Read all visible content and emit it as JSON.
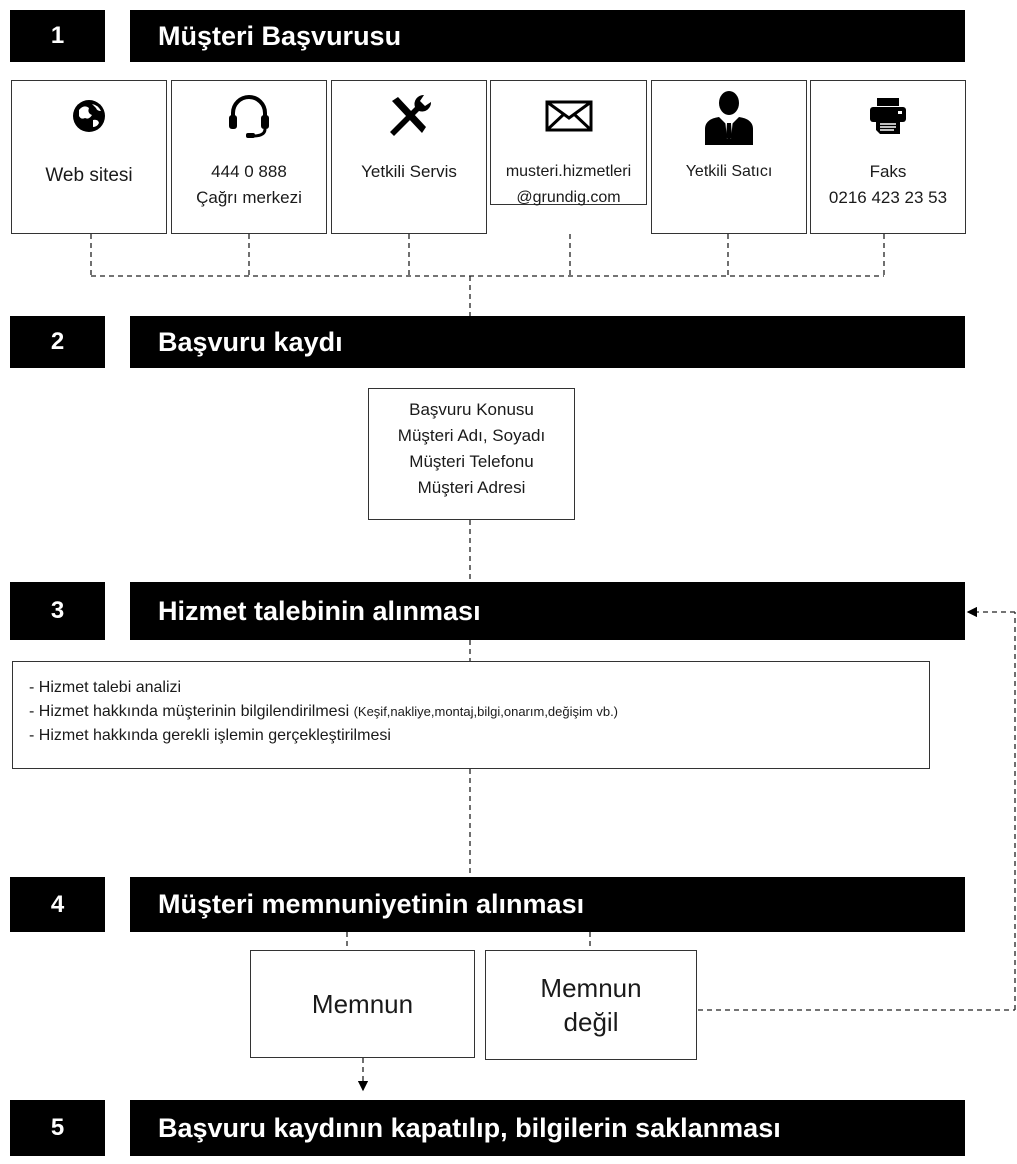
{
  "steps": [
    {
      "number": "1",
      "title": "Müşteri Başvurusu"
    },
    {
      "number": "2",
      "title": "Başvuru kaydı"
    },
    {
      "number": "3",
      "title": "Hizmet talebinin alınması"
    },
    {
      "number": "4",
      "title": "Müşteri memnuniyetinin alınması"
    },
    {
      "number": "5",
      "title": "Başvuru kaydının kapatılıp, bilgilerin saklanması"
    }
  ],
  "channels": [
    {
      "icon": "globe-icon",
      "line1": "Web sitesi",
      "line2": ""
    },
    {
      "icon": "headset-icon",
      "line1": "444 0 888",
      "line2": "Çağrı merkezi"
    },
    {
      "icon": "tools-icon",
      "line1": "Yetkili Servis",
      "line2": ""
    },
    {
      "icon": "envelope-icon",
      "line1": "musteri.hizmetleri",
      "line2": "@grundig.com"
    },
    {
      "icon": "person-icon",
      "line1": "Yetkili Satıcı",
      "line2": ""
    },
    {
      "icon": "fax-icon",
      "line1": "Faks",
      "line2": "0216 423 23 53"
    }
  ],
  "registration_fields": [
    "Başvuru Konusu",
    "Müşteri Adı, Soyadı",
    "Müşteri Telefonu",
    "Müşteri Adresi"
  ],
  "service_request": {
    "item1": "- Hizmet talebi analizi",
    "item2": "- Hizmet hakkında müşterinin bilgilendirilmesi",
    "item2_detail": "(Keşif,nakliye,montaj,bilgi,onarım,değişim vb.)",
    "item3": "- Hizmet hakkında gerekli işlemin gerçekleştirilmesi"
  },
  "satisfaction": {
    "satisfied": "Memnun",
    "unsatisfied_line1": "Memnun",
    "unsatisfied_line2": "değil"
  },
  "colors": {
    "bar": "#000000",
    "text_on_bar": "#ffffff",
    "border": "#333333"
  }
}
